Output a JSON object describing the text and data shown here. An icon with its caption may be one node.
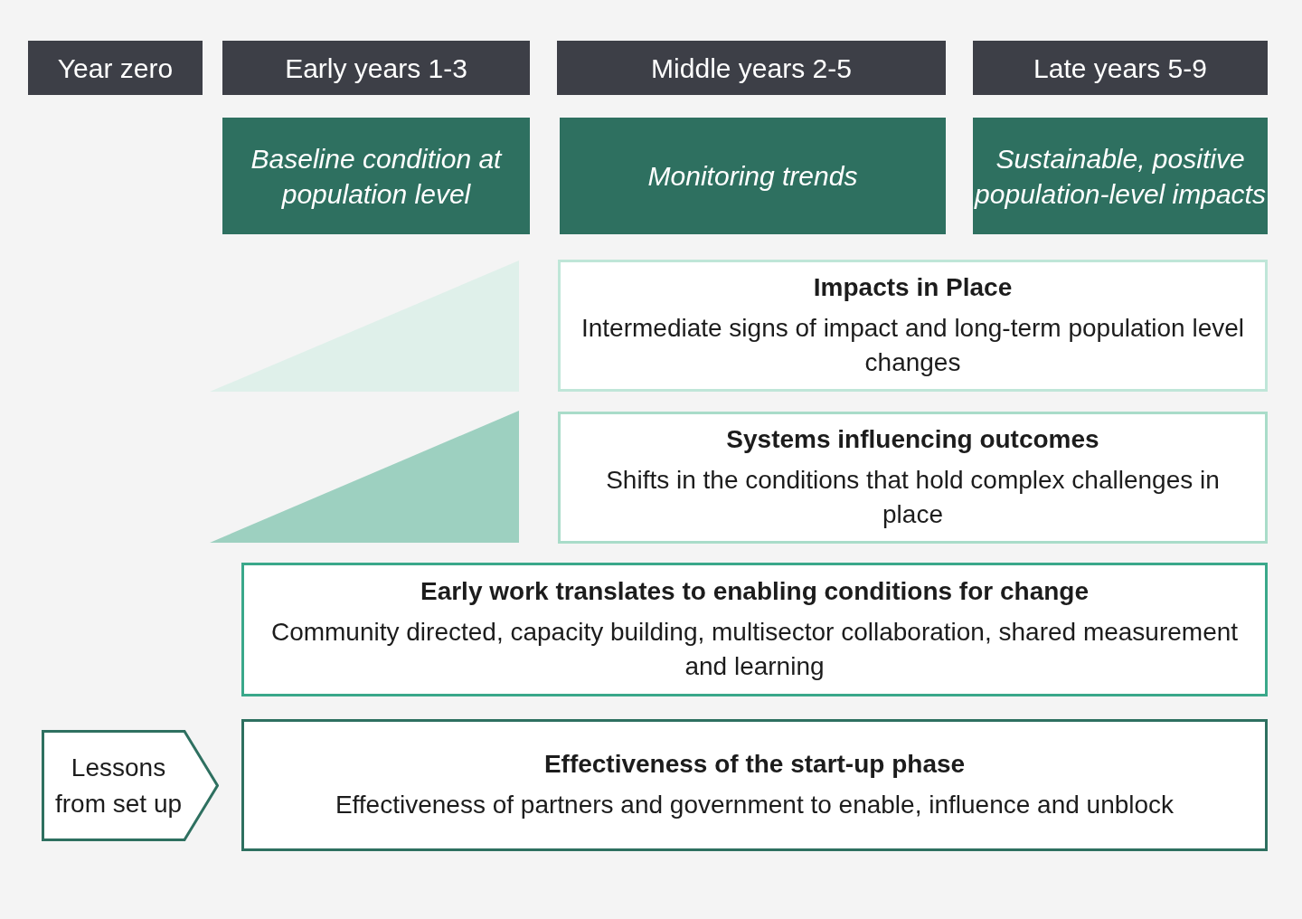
{
  "diagram": {
    "nodes": [
      {
        "text": [
          "Year zero"
        ]
      },
      {
        "text": [
          "Early years 1-3"
        ]
      },
      {
        "text": [
          "Middle years 2-5"
        ]
      },
      {
        "text": [
          "Late years 5-9"
        ]
      },
      {
        "text": [
          "Baseline condition at population level"
        ]
      },
      {
        "text": [
          "Monitoring trends"
        ]
      },
      {
        "text": [
          "Sustainable, positive population-level impacts"
        ]
      },
      {
        "text": [
          "Impacts in Place",
          "Intermediate signs of impact and long-term population level changes"
        ]
      },
      {
        "text": [
          "Systems influencing outcomes",
          "Shifts in the conditions that hold complex challenges in place"
        ]
      },
      {
        "text": [
          "Early work translates to enabling conditions for change",
          "Community directed, capacity building, multisector collaboration, shared measurement and learning"
        ]
      },
      {
        "text": [
          "Effectiveness of the start-up phase",
          "Effectiveness of partners and government to enable, influence and unblock"
        ]
      },
      {
        "text": [
          "Lessons from set up"
        ]
      }
    ]
  }
}
